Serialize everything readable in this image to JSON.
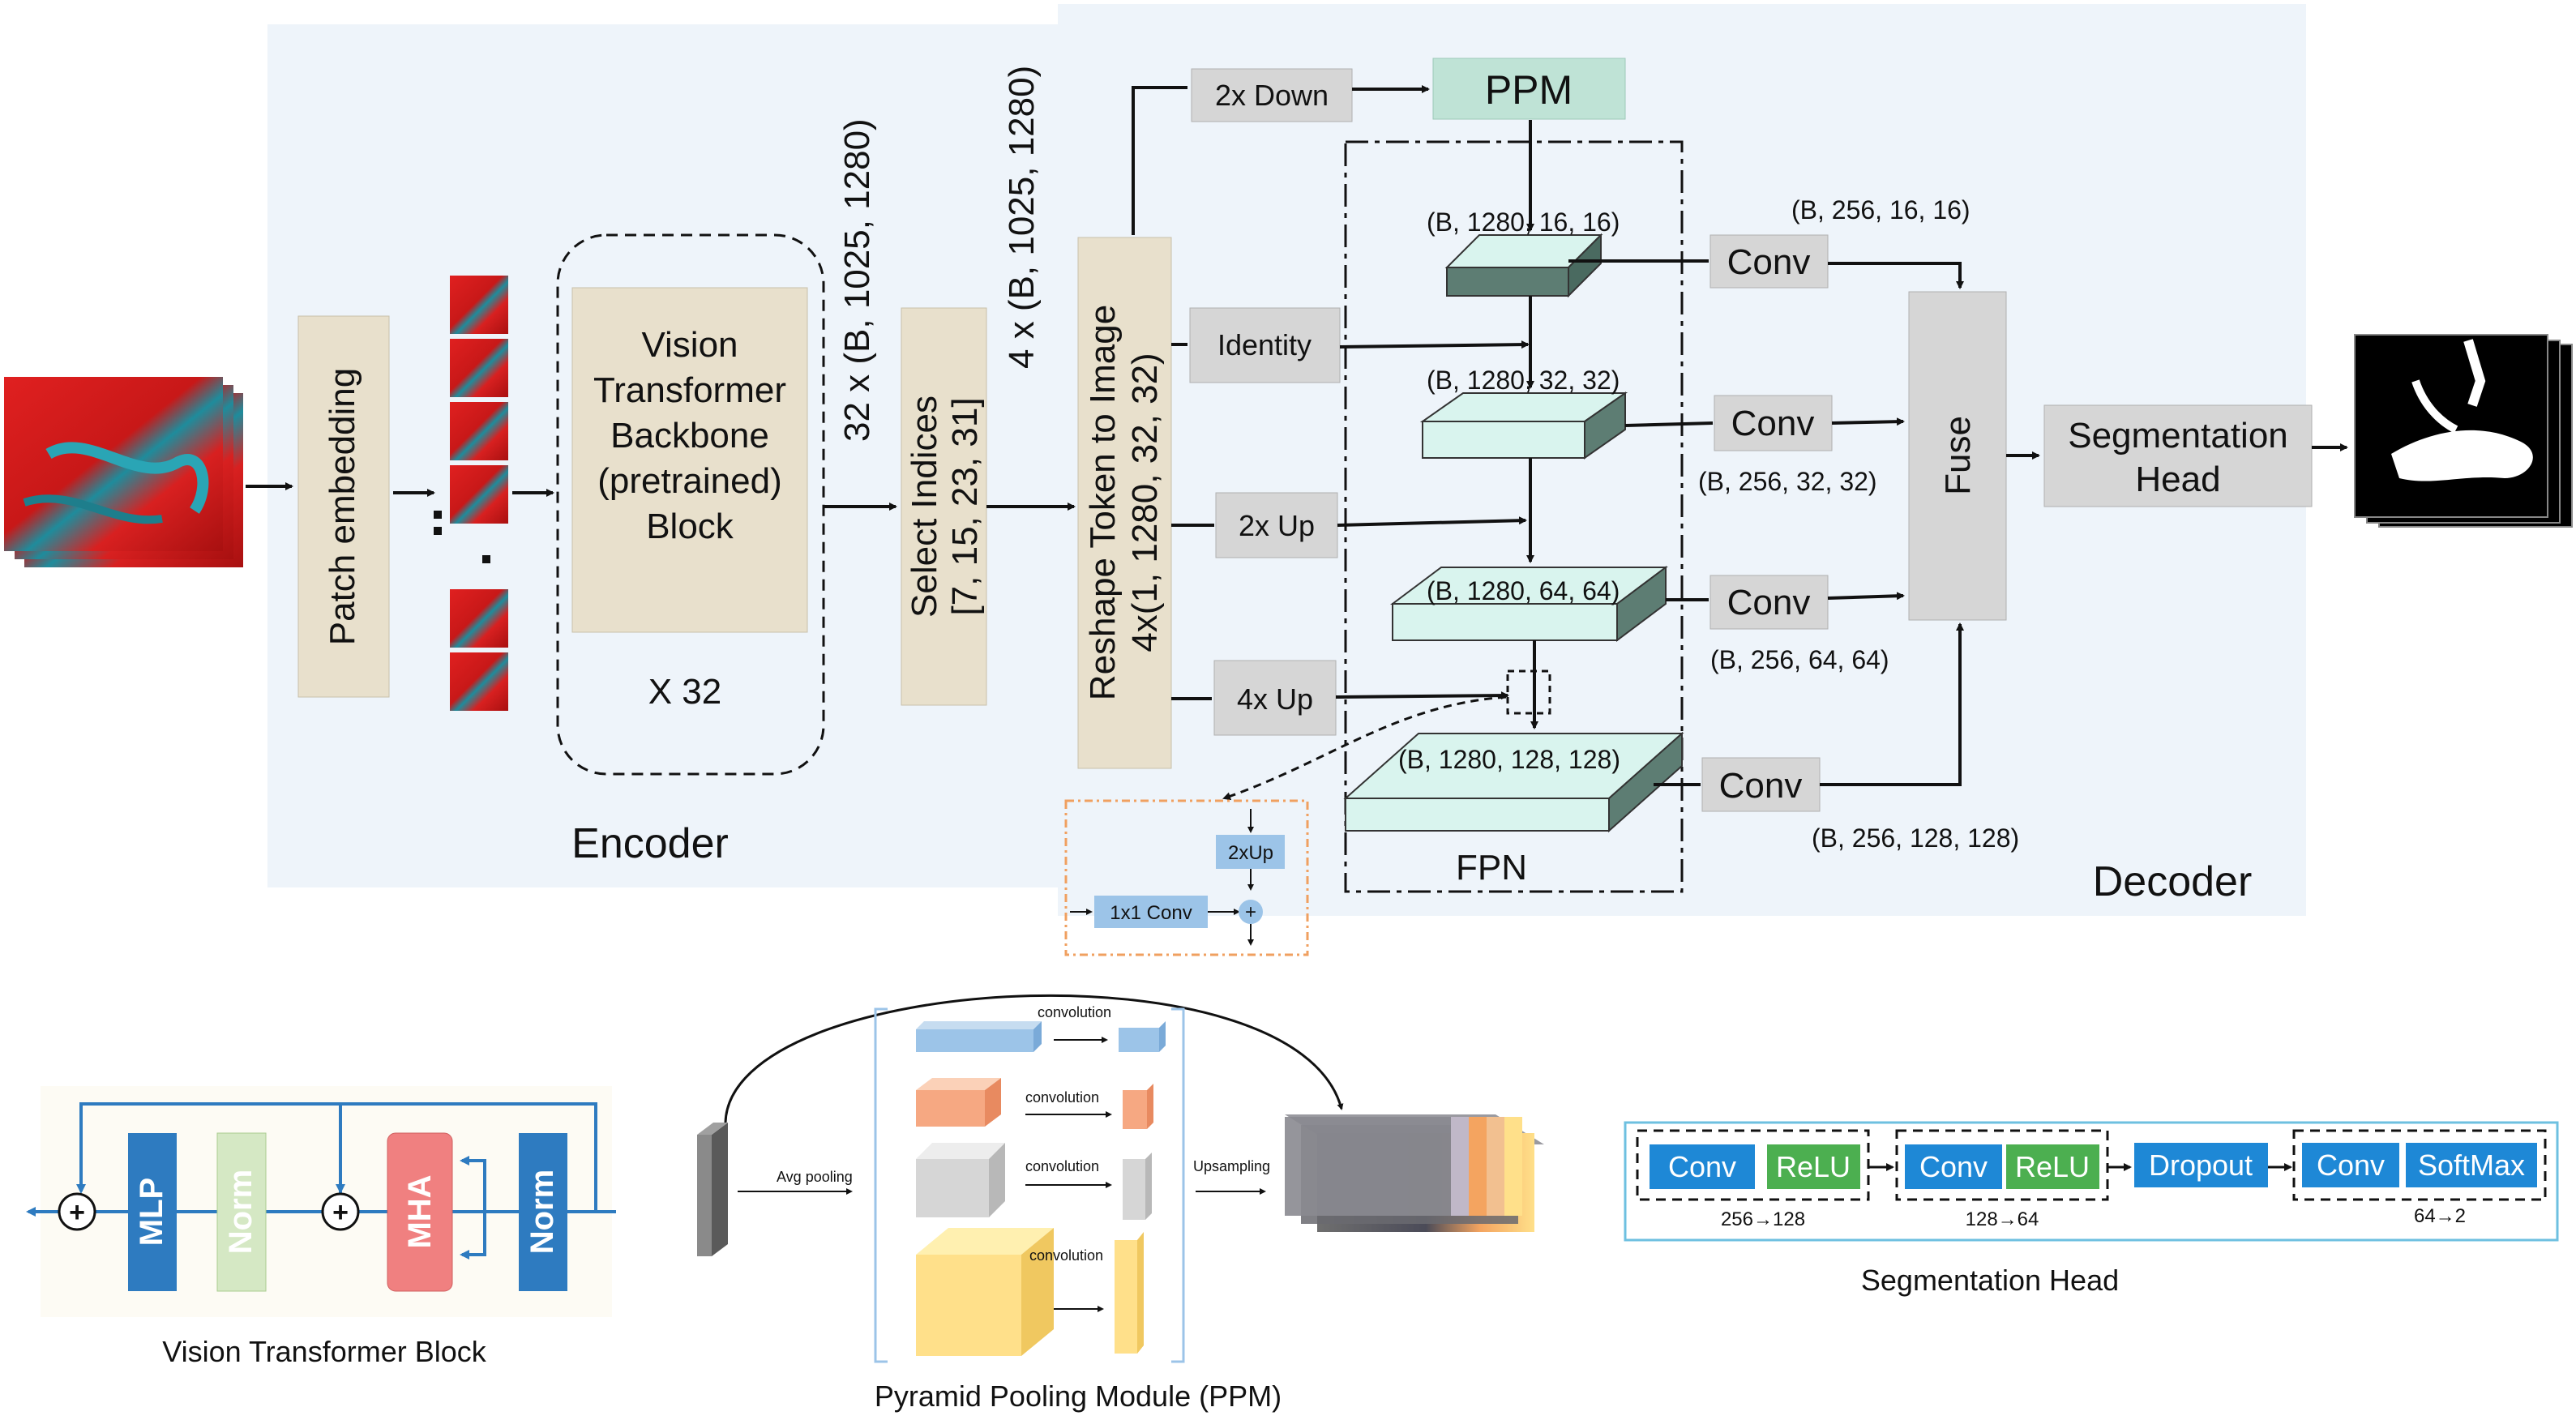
{
  "encoder": {
    "label": "Encoder",
    "patch_embedding": "Patch embedding",
    "vit_lines": [
      "Vision",
      "Transformer",
      "Backbone",
      "(pretrained)",
      "Block"
    ],
    "repeat": "X 32",
    "shape_after_vit": "32 x (B, 1025, 1280)",
    "select_lines": [
      "Select Indices",
      "[7, 15, 23, 31]"
    ],
    "shape_after_select": "4 x (B, 1025, 1280)"
  },
  "decoder": {
    "label": "Decoder",
    "reshape_lines": [
      "Reshape Token to Image",
      "4x(1, 1280, 32, 32)"
    ],
    "ops": {
      "down": "2x Down",
      "identity": "Identity",
      "up2": "2x Up",
      "up4": "4x Up"
    },
    "ppm": "PPM",
    "fpn": "FPN",
    "fpn_shapes": [
      "(B, 1280, 16, 16)",
      "(B, 1280, 32, 32)",
      "(B, 1280, 64, 64)",
      "(B, 1280, 128, 128)"
    ],
    "conv": "Conv",
    "conv_shapes": [
      "(B, 256, 16, 16)",
      "(B, 256, 32, 32)",
      "(B, 256, 64, 64)",
      "(B, 256, 128, 128)"
    ],
    "fuse": "Fuse",
    "seg_head_lines": [
      "Segmentation",
      "Head"
    ],
    "inset": {
      "up": "2xUp",
      "conv": "1x1 Conv",
      "plus": "+"
    }
  },
  "vit_block": {
    "caption": "Vision Transformer Block",
    "mlp": "MLP",
    "norm": "Norm",
    "mha": "MHA",
    "plus": "+",
    "colors": {
      "mlp": "#2e7bc0",
      "norm_light": "#d5e8c4",
      "mha": "#f08080",
      "norm": "#2e7bc0"
    }
  },
  "ppm": {
    "caption": "Pyramid Pooling Module (PPM)",
    "avg_pooling": "Avg pooling",
    "convolution": "convolution",
    "upsampling": "Upsampling"
  },
  "seg_head": {
    "caption": "Segmentation Head",
    "conv": "Conv",
    "relu": "ReLU",
    "dropout": "Dropout",
    "softmax": "SoftMax",
    "dims": [
      "256→128",
      "128→64",
      "64→2"
    ],
    "colors": {
      "conv": "#1e88d6",
      "relu": "#4caf50"
    }
  },
  "colors": {
    "panel_bg": "#eef4fa",
    "beige": "#e8e0cc",
    "grey_box": "#d6d6d6",
    "ppm_box": "#bfe3d6",
    "fpn_top": "#d9f4ee",
    "fpn_side": "#5d7d73",
    "inset_blue": "#9cc4e8",
    "inset_border": "#f0a060"
  }
}
